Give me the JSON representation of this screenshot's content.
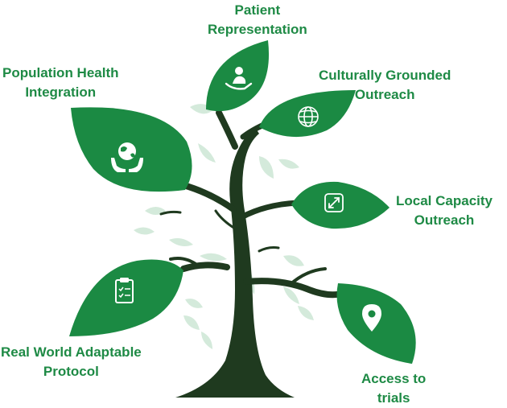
{
  "colors": {
    "leaf": "#1b8a43",
    "light_leaf": "#d4eadb",
    "trunk": "#1f3a1f",
    "text": "#1e8a45",
    "icon": "#ffffff"
  },
  "branches": [
    {
      "id": "patient",
      "line1": "Patient",
      "line2": "Representation",
      "icon": "hand-holding-person-icon"
    },
    {
      "id": "cultural",
      "line1": "Culturally Grounded",
      "line2": "Outreach",
      "icon": "globe-icon"
    },
    {
      "id": "population",
      "line1": "Population Health",
      "line2": "Integration",
      "icon": "hands-holding-globe-icon"
    },
    {
      "id": "capacity",
      "line1": "Local Capacity",
      "line2": "Outreach",
      "icon": "expand-arrows-icon"
    },
    {
      "id": "protocol",
      "line1": "Real World Adaptable",
      "line2": "Protocol",
      "icon": "clipboard-checklist-icon"
    },
    {
      "id": "access",
      "line1": "Access to",
      "line2": "trials",
      "icon": "location-pin-icon"
    }
  ]
}
